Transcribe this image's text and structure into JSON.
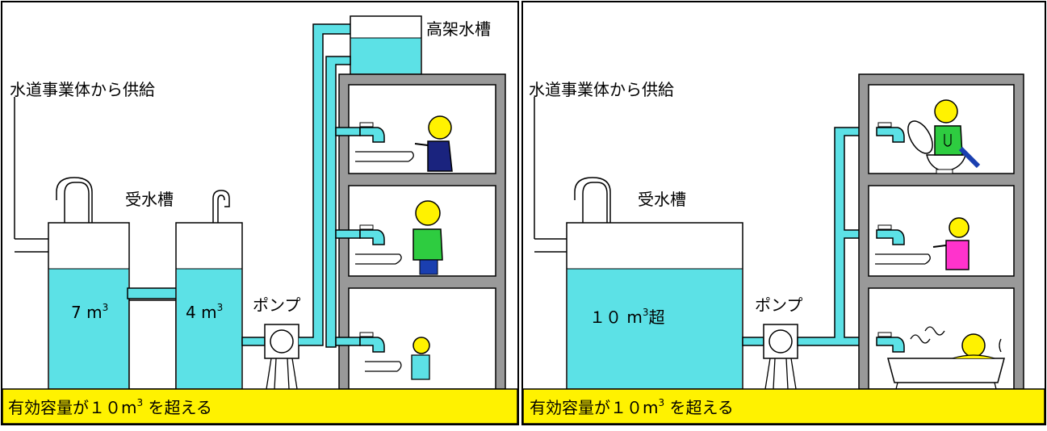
{
  "panels": [
    {
      "supply_label": "水道事業体から供給",
      "tank_label": "受水槽",
      "elevated_tank_label": "高架水槽",
      "pump_label": "ポンプ",
      "tank_volumes": [
        {
          "num": "7 m",
          "sup": "3",
          "suffix": ""
        },
        {
          "num": "4 m",
          "sup": "3",
          "suffix": ""
        }
      ],
      "footer": {
        "pre": "有効容量が１０m",
        "sup": "3",
        "post": " を超える"
      }
    },
    {
      "supply_label": "水道事業体から供給",
      "tank_label": "受水槽",
      "pump_label": "ポンプ",
      "tank_volumes": [
        {
          "num": "１０ m",
          "sup": "3",
          "suffix": "超"
        }
      ],
      "footer": {
        "pre": "有効容量が１０m",
        "sup": "3",
        "post": " を超える"
      }
    }
  ],
  "colors": {
    "water": "#5CE1E6",
    "building": "#999999",
    "footer": "#FFF200",
    "outline": "#000000"
  }
}
